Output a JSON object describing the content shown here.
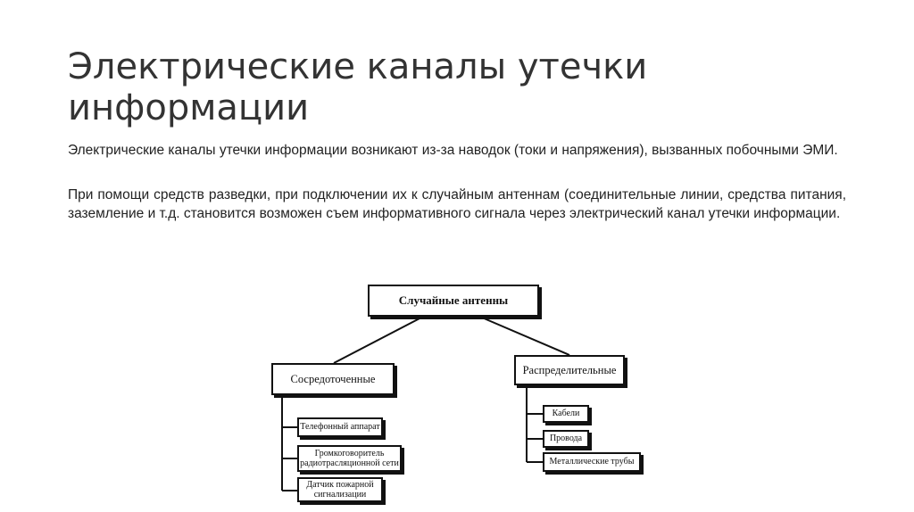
{
  "title": "Электрические каналы утечки информации",
  "paragraphs": [
    "Электрические каналы утечки информации возникают из-за наводок (токи и напряжения), вызванных побочными ЭМИ.",
    "При помощи средств разведки, при подключении их к случайным антеннам (соединительные линии, средства питания, заземление и т.д. становится возможен съем информативного сигнала через электрический канал утечки информации."
  ],
  "diagram": {
    "root": "Случайные антенны",
    "left": {
      "label": "Сосредоточенные",
      "items": [
        "Телефонный аппарат",
        "Громкоговоритель радиотрасляционной сети",
        "Датчик пожарной сигнализации"
      ]
    },
    "right": {
      "label": "Распределительные",
      "items": [
        "Кабели",
        "Провода",
        "Металлические трубы"
      ]
    }
  }
}
